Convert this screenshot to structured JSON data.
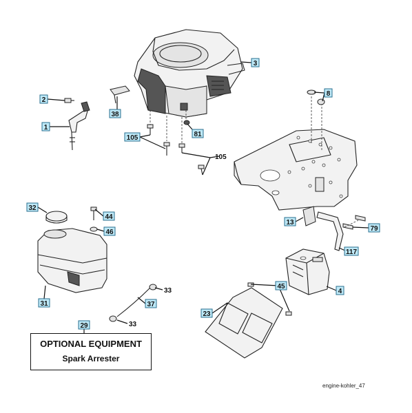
{
  "callouts": {
    "c1": "1",
    "c2": "2",
    "c3": "3",
    "c4": "4",
    "c8": "8",
    "c13": "13",
    "c23": "23",
    "c29": "29",
    "c31": "31",
    "c32": "32",
    "c37": "37",
    "c38": "38",
    "c44": "44",
    "c45": "45",
    "c46": "46",
    "c79": "79",
    "c81": "81",
    "c105": "105",
    "c117": "117"
  },
  "plain_labels": {
    "p33a": "33",
    "p33b": "33",
    "p105": "105"
  },
  "optional_box": {
    "title": "OPTIONAL EQUIPMENT",
    "subtitle": "Spark Arrester"
  },
  "image_ref": "engine-kohler_47",
  "colors": {
    "callout_fill": "#bfe9f7",
    "callout_border": "#2a6f8f",
    "line": "#222222"
  }
}
